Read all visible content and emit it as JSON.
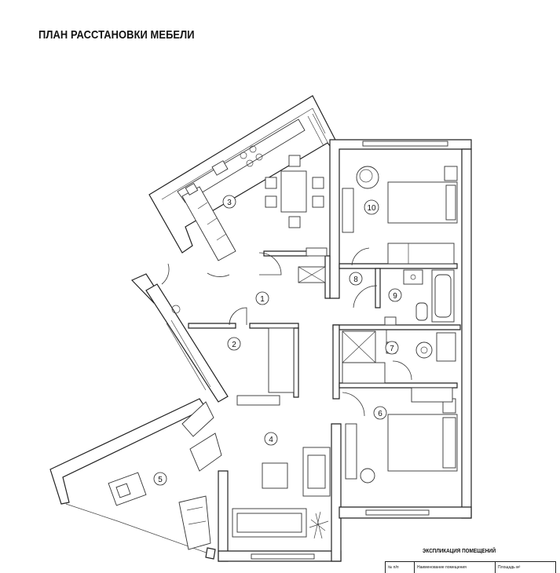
{
  "title": "ПЛАН РАССТАНОВКИ МЕБЕЛИ",
  "rooms": [
    {
      "id": "1",
      "label": "1"
    },
    {
      "id": "2",
      "label": "2"
    },
    {
      "id": "3",
      "label": "3"
    },
    {
      "id": "4",
      "label": "4"
    },
    {
      "id": "5",
      "label": "5"
    },
    {
      "id": "6",
      "label": "6"
    },
    {
      "id": "7",
      "label": "7"
    },
    {
      "id": "8",
      "label": "8"
    },
    {
      "id": "9",
      "label": "9"
    },
    {
      "id": "10",
      "label": "10"
    }
  ],
  "explication": {
    "title": "ЭКСПЛИКАЦИЯ ПОМЕЩЕНИЙ",
    "columns": [
      "№ п/п",
      "Наименование помещения",
      "Площадь м²"
    ]
  }
}
